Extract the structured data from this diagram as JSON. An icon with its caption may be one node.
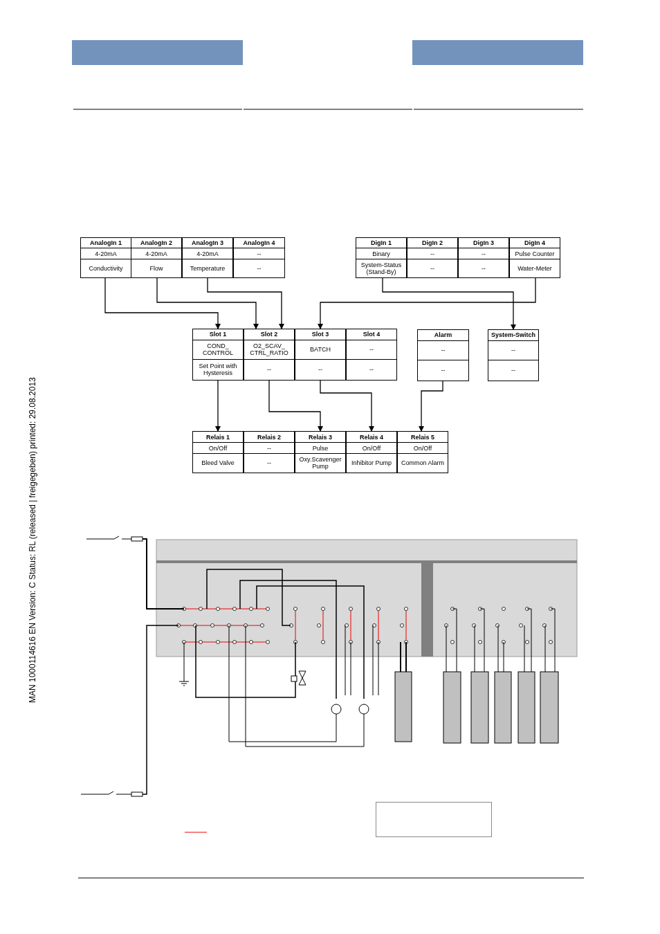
{
  "diagram": {
    "nodes": [
      {
        "text": [
          "AnalogIn 1",
          "4-20mA",
          "Conductivity"
        ]
      },
      {
        "text": [
          "AnalogIn 2",
          "4-20mA",
          "Flow"
        ]
      },
      {
        "text": [
          "AnalogIn 3",
          "4-20mA",
          "Temperature"
        ]
      },
      {
        "text": [
          "AnalogIn 4",
          "--",
          "--"
        ]
      },
      {
        "text": [
          "DigIn 1",
          "Binary",
          "System-Status (Stand-By)"
        ]
      },
      {
        "text": [
          "DigIn 2",
          "--",
          "--"
        ]
      },
      {
        "text": [
          "DigIn 3",
          "--",
          "--"
        ]
      },
      {
        "text": [
          "DigIn 4",
          "Pulse Counter",
          "Water-Meter"
        ]
      },
      {
        "text": [
          "Slot 1",
          "COND_ CONTROL",
          "Set Point with Hysteresis"
        ]
      },
      {
        "text": [
          "Slot 2",
          "O2_SCAV_ CTRL_RATIO",
          "--"
        ]
      },
      {
        "text": [
          "Slot 3",
          "BATCH",
          "--"
        ]
      },
      {
        "text": [
          "Slot 4",
          "--",
          "--"
        ]
      },
      {
        "text": [
          "Alarm",
          "--",
          "--"
        ]
      },
      {
        "text": [
          "System-Switch",
          "--",
          "--"
        ]
      },
      {
        "text": [
          "Relais 1",
          "On/Off",
          "Bleed Valve"
        ]
      },
      {
        "text": [
          "Relais 2",
          "--",
          "--"
        ]
      },
      {
        "text": [
          "Relais 3",
          "Pulse",
          "Oxy.Scavenger Pump"
        ]
      },
      {
        "text": [
          "Relais 4",
          "On/Off",
          "Inhibitor Pump"
        ]
      },
      {
        "text": [
          "Relais 5",
          "On/Off",
          "Common Alarm"
        ]
      },
      {
        "text": [],
        "shape": "box"
      }
    ],
    "edges": [
      {
        "from": 0,
        "to": 8,
        "arrow": "to"
      },
      {
        "from": 1,
        "to": 9,
        "arrow": "to"
      },
      {
        "from": 2,
        "to": 9,
        "arrow": "to"
      },
      {
        "from": 4,
        "to": 13,
        "arrow": "to"
      },
      {
        "from": 7,
        "to": 10,
        "arrow": "to"
      },
      {
        "from": 8,
        "to": 14,
        "arrow": "to"
      },
      {
        "from": 9,
        "to": 16,
        "arrow": "to"
      },
      {
        "from": 10,
        "to": 17,
        "arrow": "to"
      },
      {
        "from": 12,
        "to": 18,
        "arrow": "to"
      }
    ],
    "labels": [
      "MAN 1000114616 EN Version: C Status: RL (released | freigegeben) printed: 29.08.2013"
    ]
  }
}
